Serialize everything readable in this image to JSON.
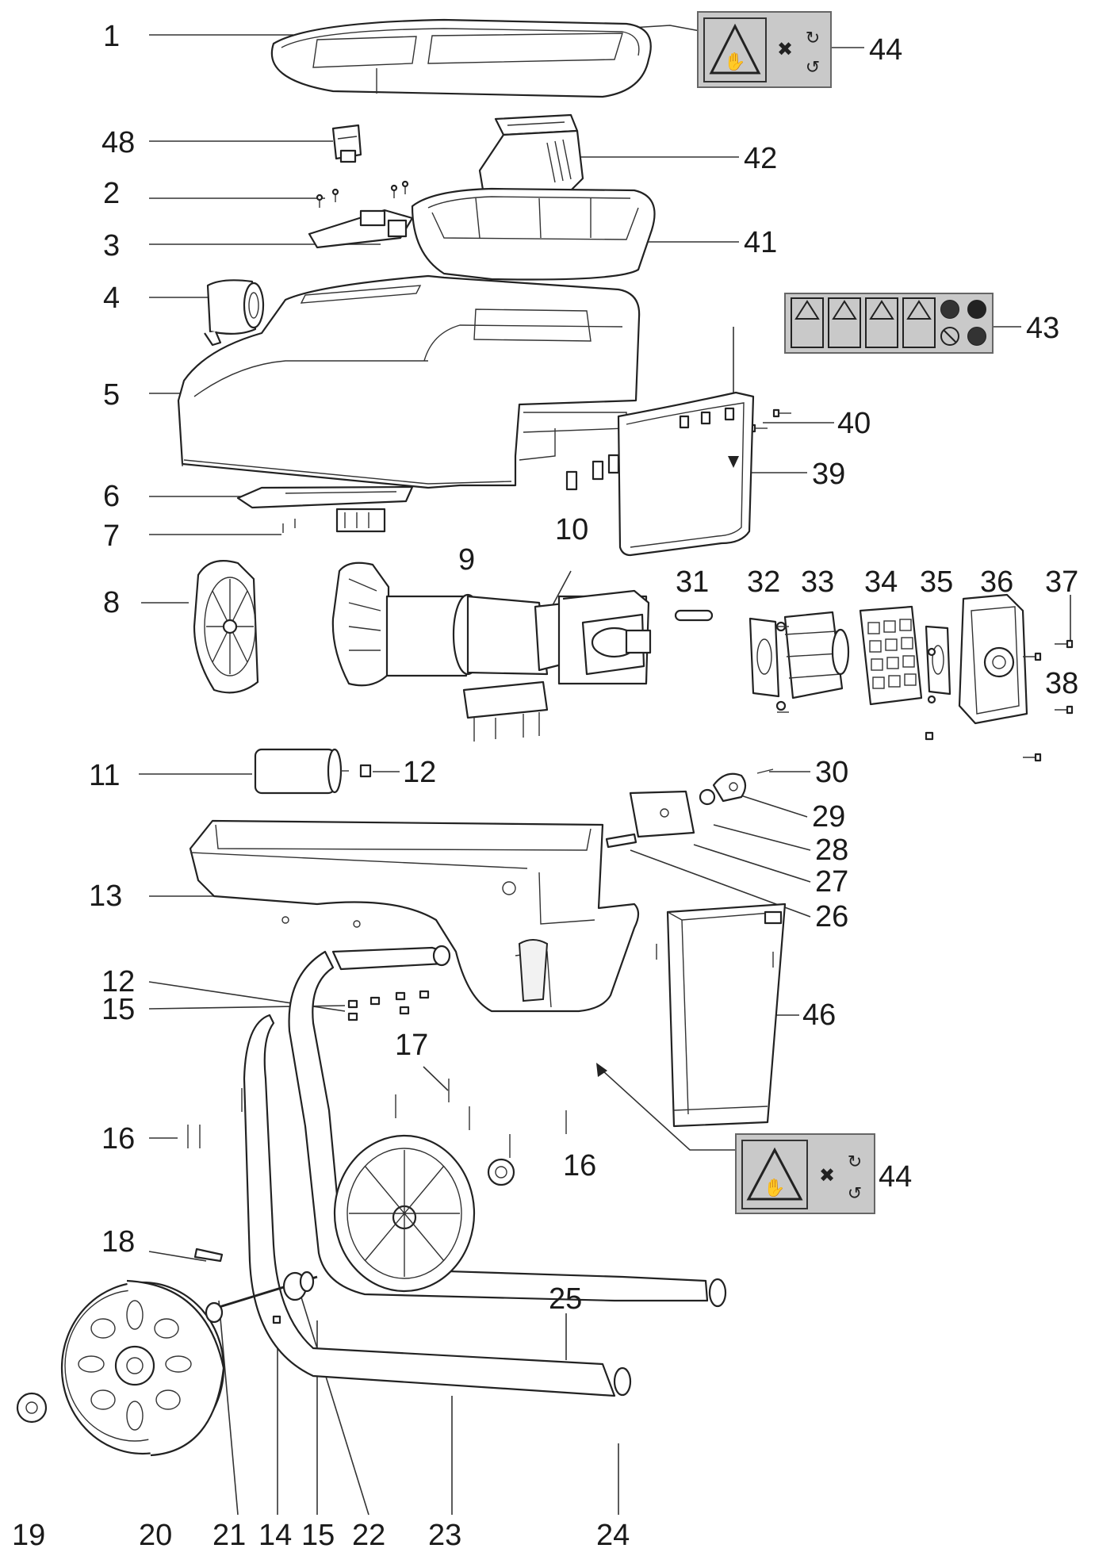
{
  "diagram": {
    "callouts": [
      {
        "id": "1",
        "text": "1"
      },
      {
        "id": "44a",
        "text": "44"
      },
      {
        "id": "48",
        "text": "48"
      },
      {
        "id": "42",
        "text": "42"
      },
      {
        "id": "2",
        "text": "2"
      },
      {
        "id": "3",
        "text": "3"
      },
      {
        "id": "41",
        "text": "41"
      },
      {
        "id": "4",
        "text": "4"
      },
      {
        "id": "43",
        "text": "43"
      },
      {
        "id": "5",
        "text": "5"
      },
      {
        "id": "40",
        "text": "40"
      },
      {
        "id": "39",
        "text": "39"
      },
      {
        "id": "6",
        "text": "6"
      },
      {
        "id": "10",
        "text": "10"
      },
      {
        "id": "7",
        "text": "7"
      },
      {
        "id": "9",
        "text": "9"
      },
      {
        "id": "31",
        "text": "31"
      },
      {
        "id": "32",
        "text": "32"
      },
      {
        "id": "33",
        "text": "33"
      },
      {
        "id": "34",
        "text": "34"
      },
      {
        "id": "35",
        "text": "35"
      },
      {
        "id": "36",
        "text": "36"
      },
      {
        "id": "37",
        "text": "37"
      },
      {
        "id": "8",
        "text": "8"
      },
      {
        "id": "38",
        "text": "38"
      },
      {
        "id": "11",
        "text": "11"
      },
      {
        "id": "12a",
        "text": "12"
      },
      {
        "id": "30",
        "text": "30"
      },
      {
        "id": "29",
        "text": "29"
      },
      {
        "id": "28",
        "text": "28"
      },
      {
        "id": "27",
        "text": "27"
      },
      {
        "id": "13",
        "text": "13"
      },
      {
        "id": "26",
        "text": "26"
      },
      {
        "id": "12b",
        "text": "12"
      },
      {
        "id": "15a",
        "text": "15"
      },
      {
        "id": "46",
        "text": "46"
      },
      {
        "id": "17",
        "text": "17"
      },
      {
        "id": "16a",
        "text": "16"
      },
      {
        "id": "16b",
        "text": "16"
      },
      {
        "id": "44b",
        "text": "44"
      },
      {
        "id": "18",
        "text": "18"
      },
      {
        "id": "25",
        "text": "25"
      },
      {
        "id": "19",
        "text": "19"
      },
      {
        "id": "20",
        "text": "20"
      },
      {
        "id": "21",
        "text": "21"
      },
      {
        "id": "14",
        "text": "14"
      },
      {
        "id": "15b",
        "text": "15"
      },
      {
        "id": "22",
        "text": "22"
      },
      {
        "id": "23",
        "text": "23"
      },
      {
        "id": "24",
        "text": "24"
      }
    ]
  }
}
